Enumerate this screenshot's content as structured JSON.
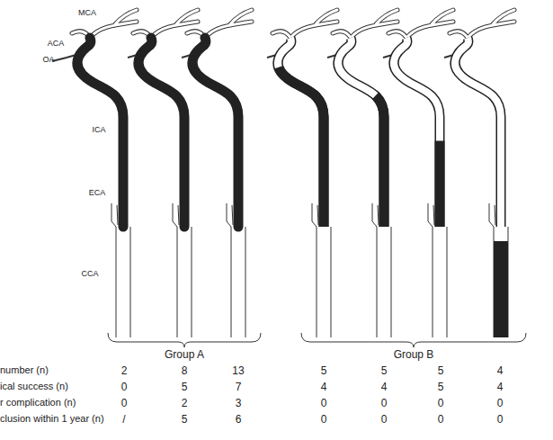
{
  "diagram": {
    "labels": [
      "ACA",
      "MCA",
      "OA",
      "ICA",
      "ECA",
      "CCA",
      "Group A",
      "Group B",
      "number (n)",
      "2",
      "8",
      "13",
      "5",
      "5",
      "5",
      "4",
      "ical success (n)",
      "0",
      "5",
      "7",
      "4",
      "4",
      "5",
      "4",
      "r complication (n)",
      "0",
      "2",
      "3",
      "0",
      "0",
      "0",
      "0",
      "clusion within 1 year (n)",
      "/",
      "5",
      "6",
      "0",
      "0",
      "0",
      "0"
    ]
  }
}
